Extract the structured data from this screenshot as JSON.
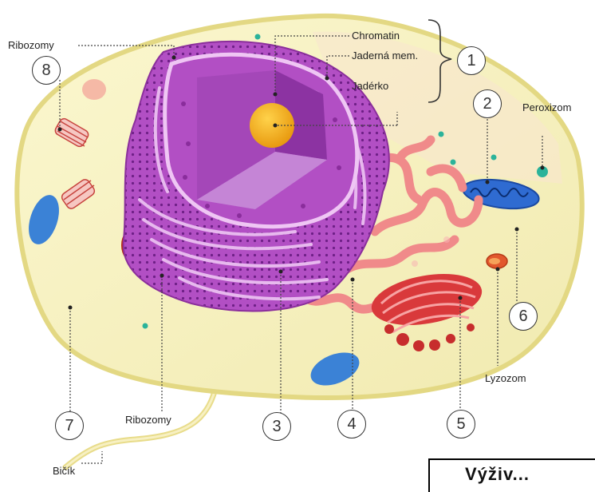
{
  "diagram": {
    "labels": {
      "ribozomy_top": "Ribozomy",
      "chromatin": "Chromatin",
      "jaderna_mem": "Jaderná mem.",
      "jaderko": "Jadérko",
      "peroxizom": "Peroxizom",
      "lyzozom": "Lyzozom",
      "ribozomy_bottom": "Ribozomy",
      "bicik": "Bičík"
    },
    "numbers": [
      "1",
      "2",
      "3",
      "4",
      "5",
      "6",
      "7",
      "8"
    ],
    "cropped_caption": "Výživ...",
    "colors": {
      "cytoplasm": "#f6f0b8",
      "membrane": "#e9df8e",
      "nucleus": "#b24fc4",
      "nucleolus": "#f4b41a",
      "rough_er": "#c75ec8",
      "smooth_er": "#f08a8a",
      "golgi": "#d9393b",
      "mitochondrion": "#2f6bd1",
      "vacuole": "#3b82d6"
    }
  }
}
